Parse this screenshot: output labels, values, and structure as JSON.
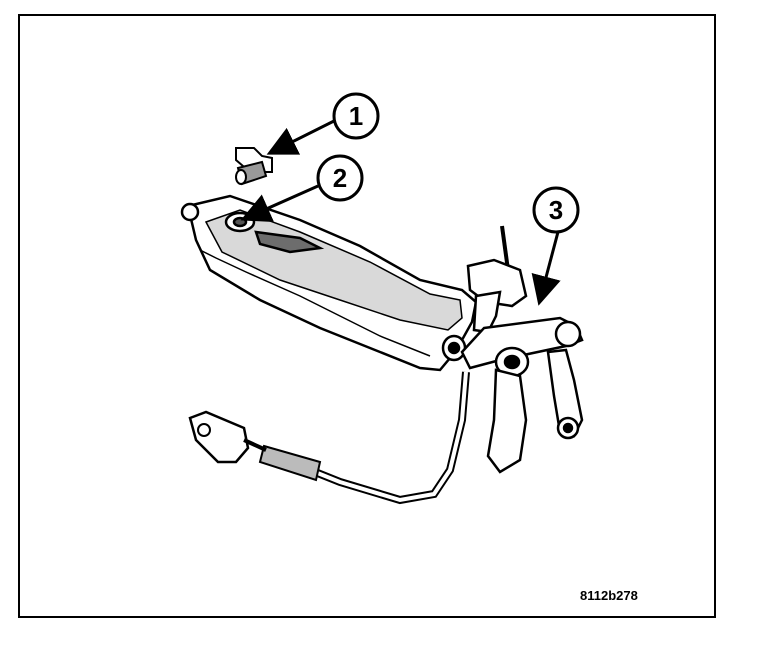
{
  "callouts": [
    {
      "label": "1"
    },
    {
      "label": "2"
    },
    {
      "label": "3"
    }
  ],
  "figure_id": "8112b278",
  "colors": {
    "line": "#000000",
    "background": "#ffffff",
    "shade": "#6d6d6d"
  }
}
